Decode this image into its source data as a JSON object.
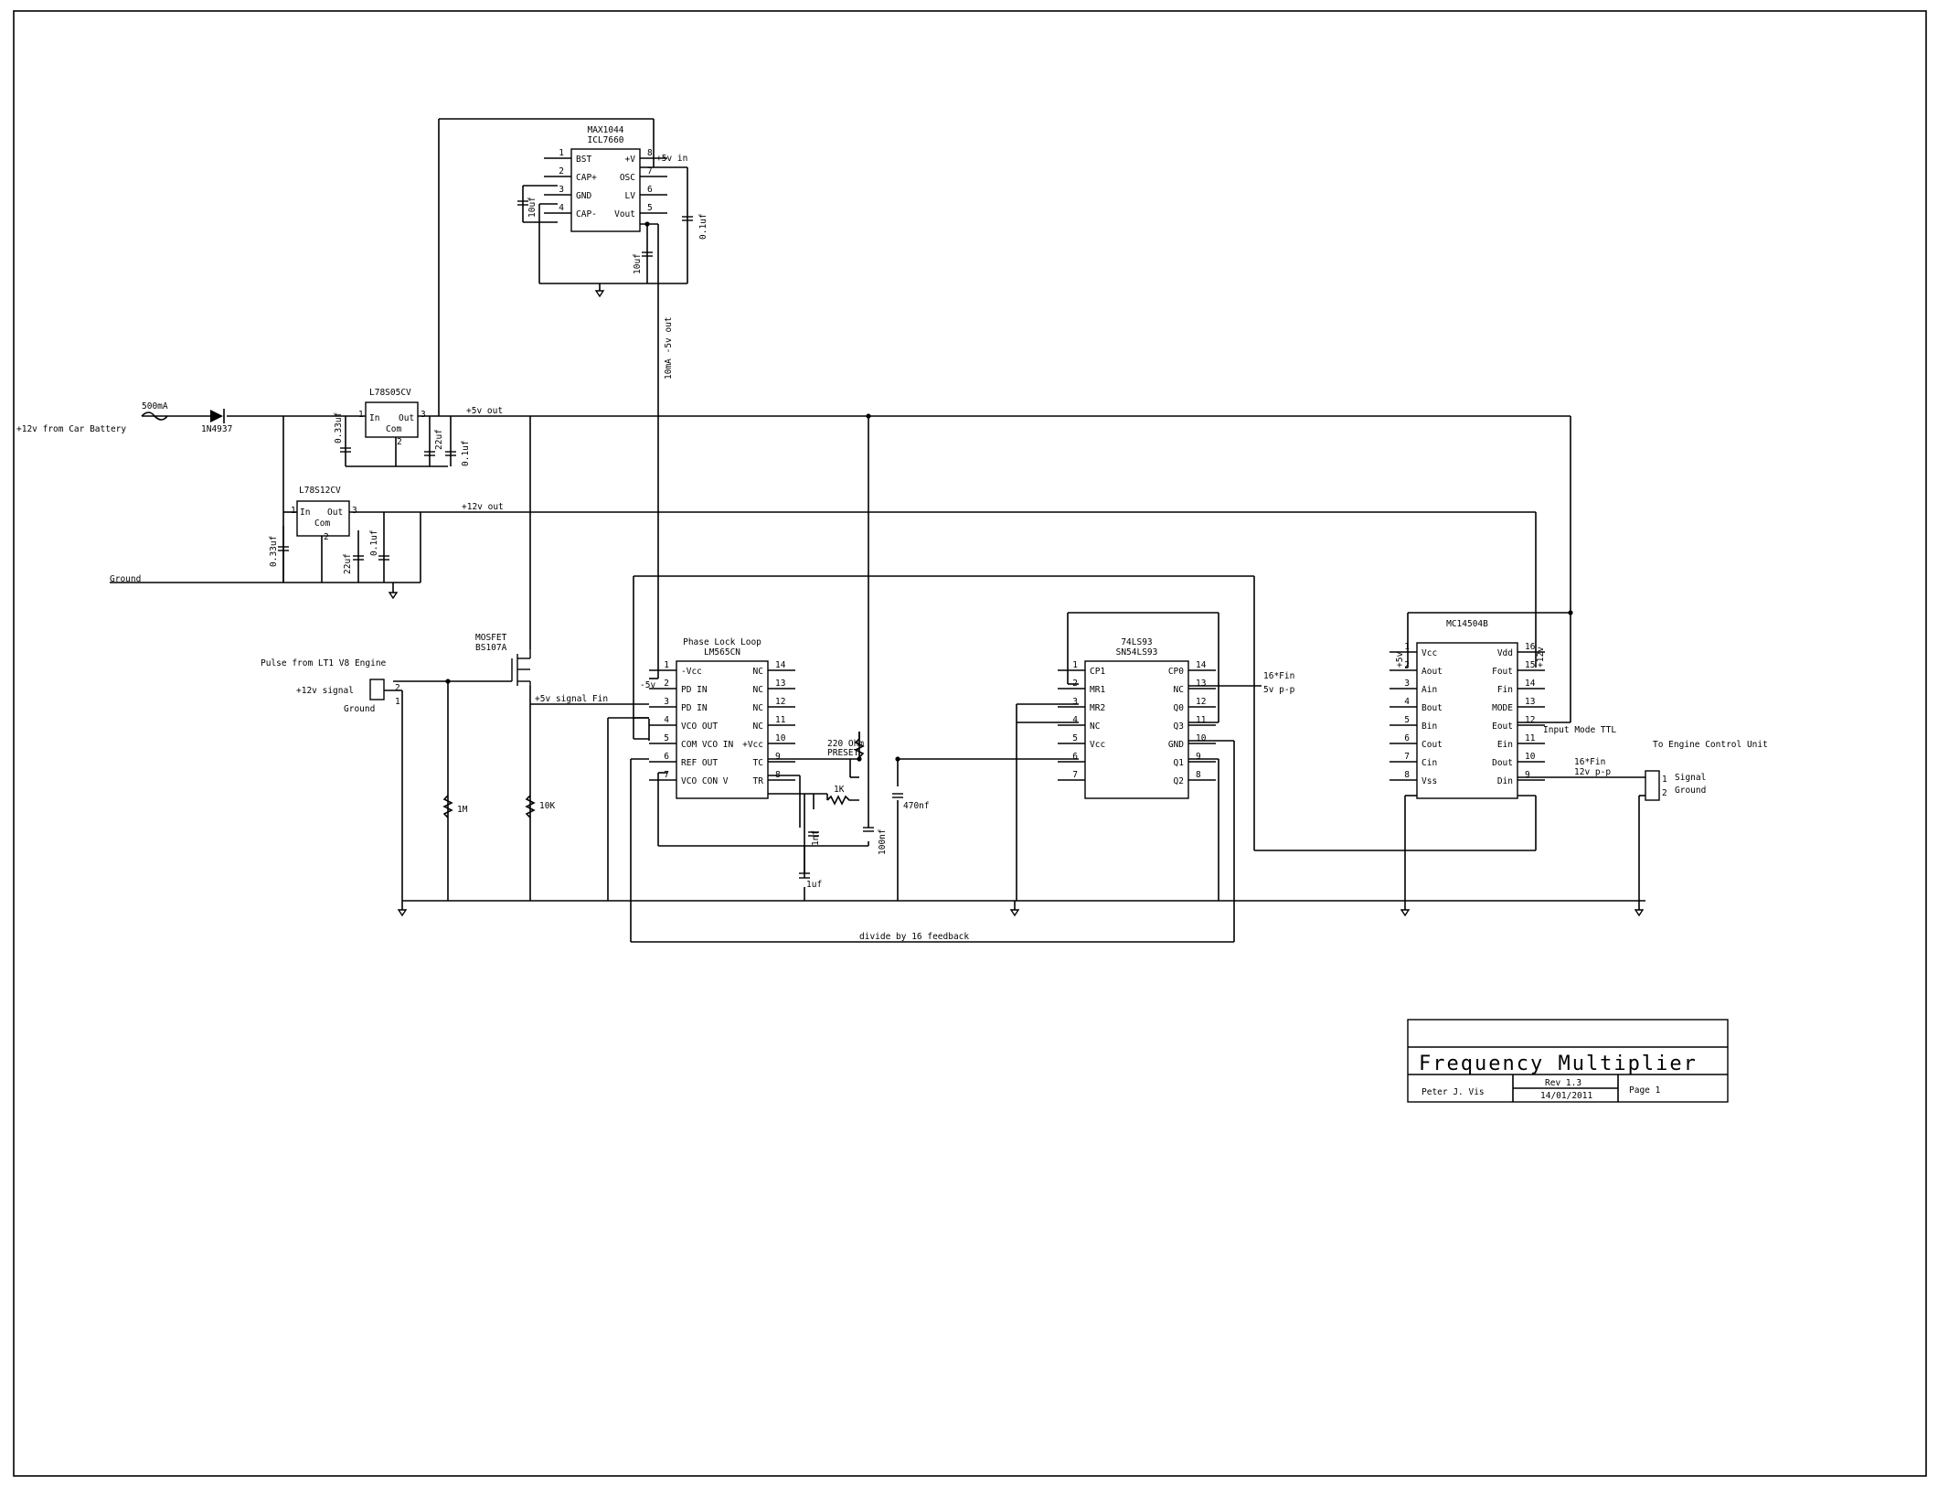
{
  "title_block": {
    "title": "Frequency Multiplier",
    "author": "Peter J. Vis",
    "rev": "Rev 1.3",
    "date": "14/01/2011",
    "page": "Page 1"
  },
  "labels": {
    "battery": "+12v from Car Battery",
    "fuse": "500mA",
    "diode": "1N4937",
    "ground": "Ground",
    "out5": "+5v out",
    "out12": "+12v out",
    "in5": "+5v in",
    "neg5out": "10mA -5v out",
    "pulse": "Pulse from LT1 V8 Engine",
    "sig12": "+12v signal",
    "gnd_conn": "Ground",
    "mosfet_type": "MOSFET",
    "mosfet_part": "BS107A",
    "sig5": "+5v signal  Fin",
    "neg5": "-5v",
    "pos5": "+5v",
    "pos12": "+12v",
    "fb16": "16*Fin",
    "fb16sub": "5v p-p",
    "out16": "16*Fin",
    "out16sub": "12v p-p",
    "inmode": "Input Mode TTL",
    "ecu": "To Engine Control Unit",
    "ecu_sig": "Signal",
    "ecu_gnd": "Ground",
    "divide": "divide by 16 feedback",
    "preset1": "220 Ohm",
    "preset2": "PRESET",
    "r1k": "1K",
    "r1m": "1M",
    "r10k": "10K",
    "c_1nf": "1nf",
    "c_1uf": "1uf",
    "c_100nf": "100nf",
    "c_470nf": "470nf",
    "c_033a": "0.33uf",
    "c_033b": "0.33uf",
    "c_22a": "22uf",
    "c_22b": "22uf",
    "c_01a": "0.1uf",
    "c_01b": "0.1uf",
    "c_01c": "0.1uf",
    "c_10a": "10uf",
    "c_10b": "10uf"
  },
  "regulators": {
    "r5": {
      "name": "L78S05CV",
      "in": "In",
      "out": "Out",
      "com": "Com",
      "p1": "1",
      "p2": "2",
      "p3": "3"
    },
    "r12": {
      "name": "L78S12CV",
      "in": "In",
      "out": "Out",
      "com": "Com",
      "p1": "1",
      "p2": "2",
      "p3": "3"
    }
  },
  "conn_pins": {
    "a2": "2",
    "a1": "1",
    "b1": "1",
    "b2": "2"
  },
  "chips": {
    "max": {
      "name1": "MAX1044",
      "name2": "ICL7660",
      "left": [
        [
          "1",
          "BST"
        ],
        [
          "2",
          "CAP+"
        ],
        [
          "3",
          "GND"
        ],
        [
          "4",
          "CAP-"
        ]
      ],
      "right": [
        [
          "8",
          "+V"
        ],
        [
          "7",
          "OSC"
        ],
        [
          "6",
          "LV"
        ],
        [
          "5",
          "Vout"
        ]
      ]
    },
    "pll": {
      "name1": "Phase Lock Loop",
      "name2": "LM565CN",
      "left": [
        [
          "1",
          "-Vcc"
        ],
        [
          "2",
          "PD IN"
        ],
        [
          "3",
          "PD IN"
        ],
        [
          "4",
          "VCO OUT"
        ],
        [
          "5",
          "COM VCO IN"
        ],
        [
          "6",
          "REF OUT"
        ],
        [
          "7",
          "VCO CON V"
        ]
      ],
      "right": [
        [
          "14",
          "NC"
        ],
        [
          "13",
          "NC"
        ],
        [
          "12",
          "NC"
        ],
        [
          "11",
          "NC"
        ],
        [
          "10",
          "+Vcc"
        ],
        [
          "9",
          "TC"
        ],
        [
          "8",
          "TR"
        ]
      ]
    },
    "ctr": {
      "name1": "74LS93",
      "name2": "SN54LS93",
      "left": [
        [
          "1",
          "CP1"
        ],
        [
          "2",
          "MR1"
        ],
        [
          "3",
          "MR2"
        ],
        [
          "4",
          "NC"
        ],
        [
          "5",
          "Vcc"
        ],
        [
          "6",
          ""
        ],
        [
          "7",
          ""
        ]
      ],
      "right": [
        [
          "14",
          "CP0"
        ],
        [
          "13",
          "NC"
        ],
        [
          "12",
          "Q0"
        ],
        [
          "11",
          "Q3"
        ],
        [
          "10",
          "GND"
        ],
        [
          "9",
          "Q1"
        ],
        [
          "8",
          "Q2"
        ]
      ]
    },
    "mc": {
      "name1": "MC14504B",
      "left": [
        [
          "1",
          "Vcc"
        ],
        [
          "2",
          "Aout"
        ],
        [
          "3",
          "Ain"
        ],
        [
          "4",
          "Bout"
        ],
        [
          "5",
          "Bin"
        ],
        [
          "6",
          "Cout"
        ],
        [
          "7",
          "Cin"
        ],
        [
          "8",
          "Vss"
        ]
      ],
      "right": [
        [
          "16",
          "Vdd"
        ],
        [
          "15",
          "Fout"
        ],
        [
          "14",
          "Fin"
        ],
        [
          "13",
          "MODE"
        ],
        [
          "12",
          "Eout"
        ],
        [
          "11",
          "Ein"
        ],
        [
          "10",
          "Dout"
        ],
        [
          "9",
          "Din"
        ]
      ]
    }
  }
}
